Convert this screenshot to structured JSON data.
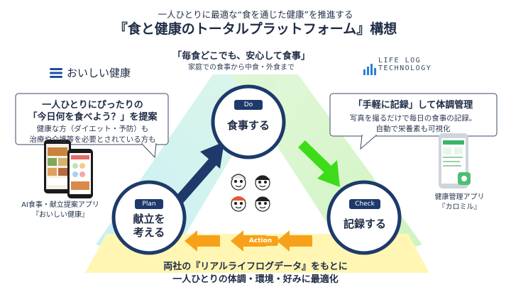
{
  "header": {
    "subtitle": "一人ひとりに最適な“食を通じた健康”を推進する",
    "title": "『食と健康のトータルプラットフォーム』構想"
  },
  "do_callout": {
    "heading": "「毎食どこでも、安心して食事」",
    "sub": "家庭での食事から中食・外食まで"
  },
  "brands": {
    "left": {
      "name": "おいしい健康",
      "icon": "stacked-bars-logo-icon"
    },
    "right": {
      "lines": [
        "LIFE LOG",
        "TECHNOLOGY"
      ],
      "icon": "bar-chart-logo-icon"
    }
  },
  "left_bubble": {
    "heading_1": "一人ひとりにぴったりの",
    "heading_2": "「今日何を食べよう？」を提案",
    "sub_1": "健康な方（ダイエット・予防）も",
    "sub_2": "治療や介護等を必要とされている方も"
  },
  "right_bubble": {
    "heading": "「手軽に記録」して体調管理",
    "sub_1": "写真を撮るだけで毎日の食事の記録。",
    "sub_2": "自動で栄養素も可視化"
  },
  "cycle": {
    "do": {
      "tag": "Do",
      "label": "食事する"
    },
    "plan": {
      "tag": "Plan",
      "label_1": "献立を",
      "label_2": "考える"
    },
    "check": {
      "tag": "Check",
      "label": "記録する"
    },
    "action": {
      "tag": "Action"
    }
  },
  "apps": {
    "left_caption_1": "AI食事・献立提案アプリ",
    "left_caption_2": "『おいしい健康』",
    "right_caption_1": "健康管理アプリ",
    "right_caption_2": "『カロミル』"
  },
  "footer": {
    "line_1": "両社の『リアルライフログデータ』をもとに",
    "line_2": "一人ひとりの体調・環境・好みに最適化"
  },
  "colors": {
    "navy": "#1d3a6b",
    "green_arrow": "#3ddc1a",
    "orange_arrow": "#f7a11a",
    "yellow_band": "#fff6b0",
    "cyan_band": "#c9f0f4",
    "green_band": "#d8f7c9"
  }
}
